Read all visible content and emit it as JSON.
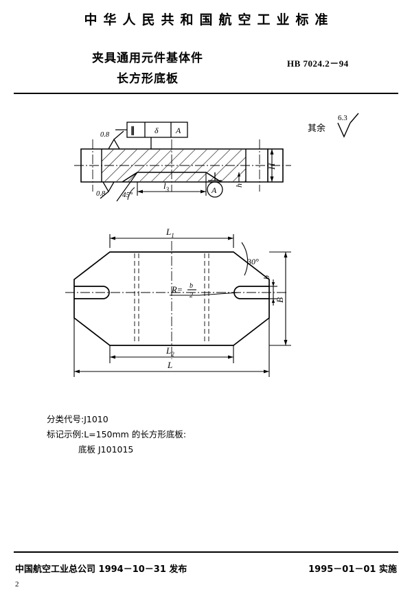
{
  "header": {
    "org_line": "中华人民共和国航空工业标准"
  },
  "title": {
    "main": "夹具通用元件基体件",
    "sub": "长方形底板",
    "standard_number": "HB 7024.2－94"
  },
  "drawing": {
    "section_view": {
      "roughness_upper": "0.8",
      "roughness_lower": "0.8",
      "chamfer_angle": "45°",
      "dim_l3": "l",
      "dim_l3_sub": "3",
      "dim_H": "H",
      "dim_h": "h",
      "datum_label": "A",
      "tolerance_frame": {
        "symbol": "∥",
        "value": "δ",
        "datum": "A"
      }
    },
    "general_roughness": {
      "note": "其余",
      "value": "6.3"
    },
    "plan_view": {
      "dim_L1": "L",
      "dim_L1_sub": "1",
      "dim_L2": "L",
      "dim_L2_sub": "2",
      "dim_L": "L",
      "dim_B": "B",
      "dim_b": "b",
      "corner_angle": "30°",
      "radius_note": "R=",
      "radius_num": "b",
      "radius_den": "2"
    }
  },
  "spec": {
    "class_code_line": "分类代号:J1010",
    "marking_example_line": "标记示例:L=150mm 的长方形底板:",
    "marking_value_line": "底板 J101015"
  },
  "footer": {
    "issuer": "中国航空工业总公司 1994－10－31 发布",
    "effective": "1995－01－01 实施",
    "page": "2"
  }
}
